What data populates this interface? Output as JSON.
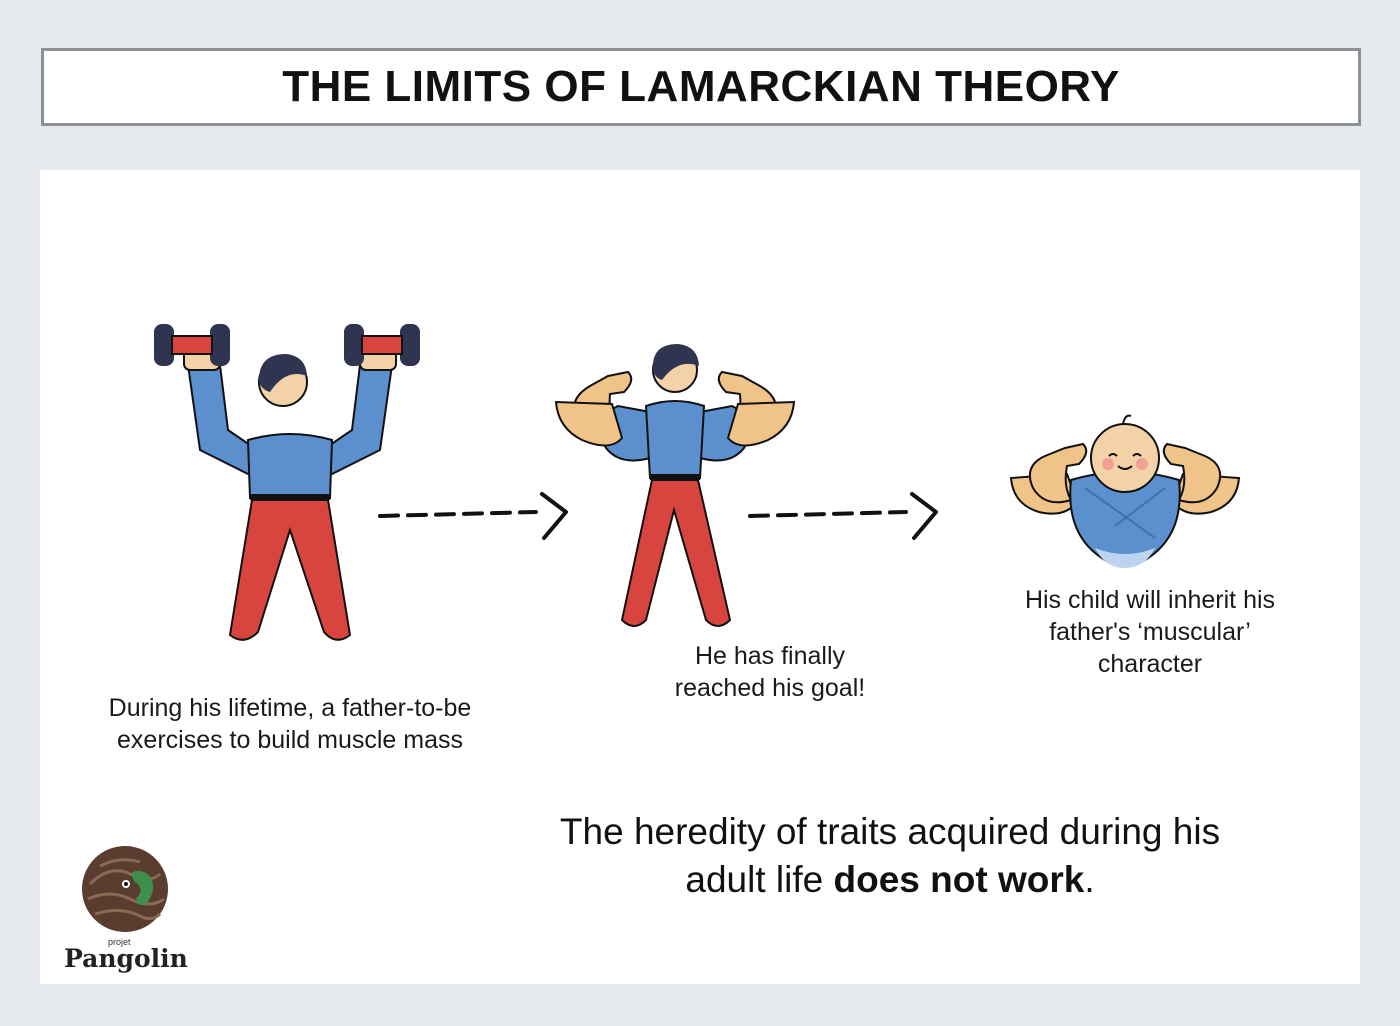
{
  "title": "THE LIMITS OF LAMARCKIAN THEORY",
  "captions": {
    "father": "During his lifetime, a father-to-be exercises to build muscle mass",
    "goal": "He has finally reached his goal!",
    "child": "His child will inherit his father's ‘muscular’ character"
  },
  "conclusion": {
    "text": "The heredity of traits acquired during his adult life ",
    "bold": "does not work",
    "end": "."
  },
  "logo": {
    "small": "projet",
    "name": "Pangolin"
  },
  "colors": {
    "shirt": "#5b8fce",
    "pants": "#d8453f",
    "skin": "#f3d2a8",
    "hair": "#2f3550",
    "muscle": "#f0c489"
  }
}
